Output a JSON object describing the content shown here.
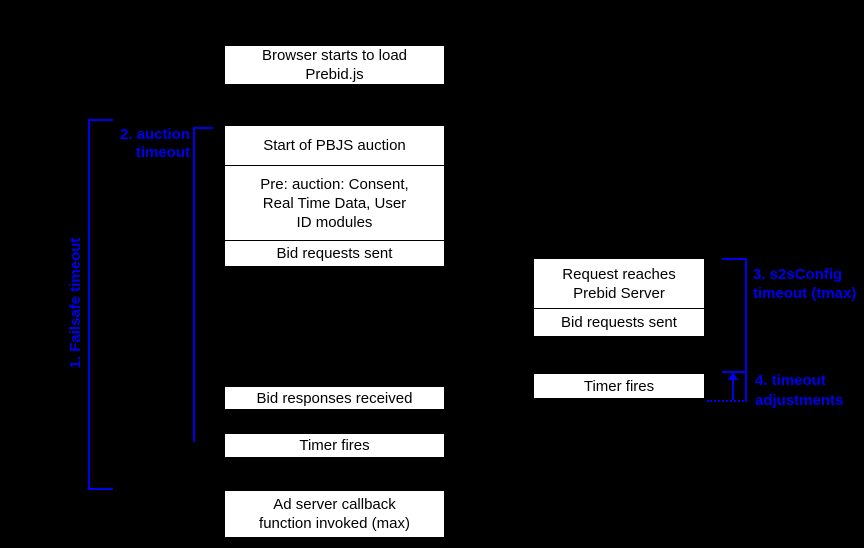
{
  "colors": {
    "background": "#000000",
    "box_fill": "#ffffff",
    "box_border": "#000000",
    "box_text": "#000000",
    "accent_blue": "#0000ee"
  },
  "boxes": {
    "browser_load": "Browser starts to load\nPrebid.js",
    "start_auction": "Start of PBJS auction",
    "pre_auction": "Pre: auction: Consent,\nReal Time Data, User\nID modules",
    "bid_requests_client": "Bid requests sent",
    "bid_responses": "Bid responses received",
    "timer_fires_client": "Timer fires",
    "ad_server_callback": "Ad server callback\nfunction invoked (max)",
    "request_reaches_server": "Request reaches\nPrebid Server",
    "bid_requests_server": "Bid requests sent",
    "timer_fires_server": "Timer fires"
  },
  "labels": {
    "failsafe_timeout": "1. Failsafe timeout",
    "auction_timeout": "2. auction\ntimeout",
    "s2s_timeout": "3. s2sConfig\ntimeout (tmax)",
    "timeout_adjustments": "4. timeout\nadjustments"
  }
}
